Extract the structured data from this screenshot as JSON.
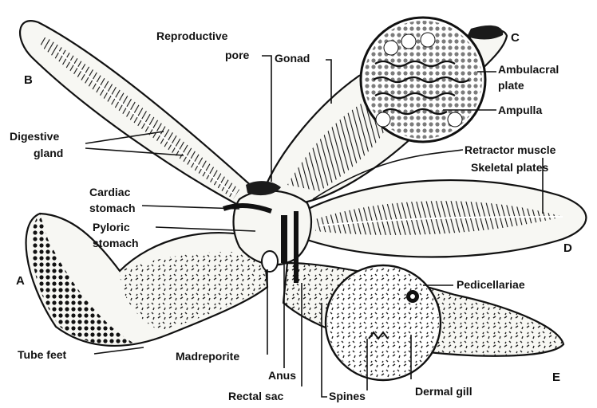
{
  "labels": {
    "reproductive_pore_1": "Reproductive",
    "reproductive_pore_2": "pore",
    "gonad": "Gonad",
    "ambulacral_1": "Ambulacral",
    "ambulacral_2": "plate",
    "ampulla": "Ampulla",
    "digestive_1": "Digestive",
    "digestive_2": "gland",
    "retractor": "Retractor muscle",
    "skeletal": "Skeletal plates",
    "cardiac_1": "Cardiac",
    "cardiac_2": "stomach",
    "pyloric_1": "Pyloric",
    "pyloric_2": "stomach",
    "pedicellariae": "Pedicellariae",
    "tube_feet": "Tube feet",
    "madreporite": "Madreporite",
    "anus": "Anus",
    "rectal_sac": "Rectal sac",
    "spines": "Spines",
    "dermal_gill": "Dermal gill"
  },
  "arm_letters": {
    "a": "A",
    "b": "B",
    "c": "C",
    "d": "D",
    "e": "E"
  }
}
